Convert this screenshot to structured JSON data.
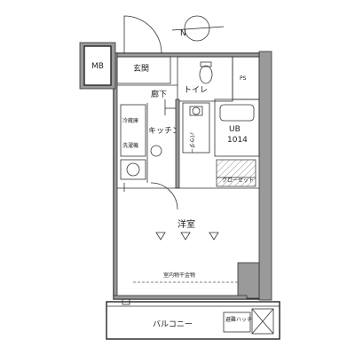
{
  "labels": {
    "storage": "MB",
    "entrance": "玄関",
    "corridor": "廊下",
    "toilet": "トイレ",
    "ps": "PS",
    "kitchen": "キッチン",
    "fridge": "冷蔵庫",
    "washer": "洗濯機",
    "powder": "パウダー",
    "bath_name": "UB",
    "bath_size": "1014",
    "closet": "クローゼット",
    "main_room": "洋室",
    "hanger": "室内物干金物",
    "balcony": "バルコニー",
    "emergency": "避難ハッチ",
    "compass": "N"
  },
  "colors": {
    "wall_fill": "#9a9a9a",
    "line": "#222222"
  }
}
